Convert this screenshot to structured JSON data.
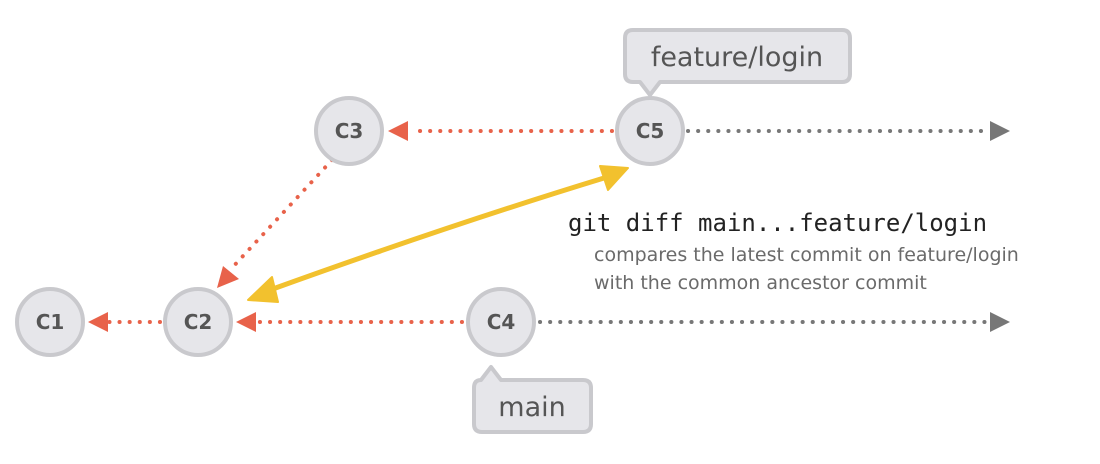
{
  "commits": {
    "c1": "C1",
    "c2": "C2",
    "c3": "C3",
    "c4": "C4",
    "c5": "C5"
  },
  "branches": {
    "feature": "feature/login",
    "main": "main"
  },
  "annotation": {
    "command": "git diff main...feature/login",
    "description_line1": "compares the latest commit on feature/login",
    "description_line2": "with the common ancestor commit"
  },
  "colors": {
    "parent_link": "#e8624a",
    "continuation": "#777777",
    "diff_arrow": "#f2c12e",
    "node_fill": "#e6e6ea",
    "node_stroke": "#c9c9cd"
  }
}
